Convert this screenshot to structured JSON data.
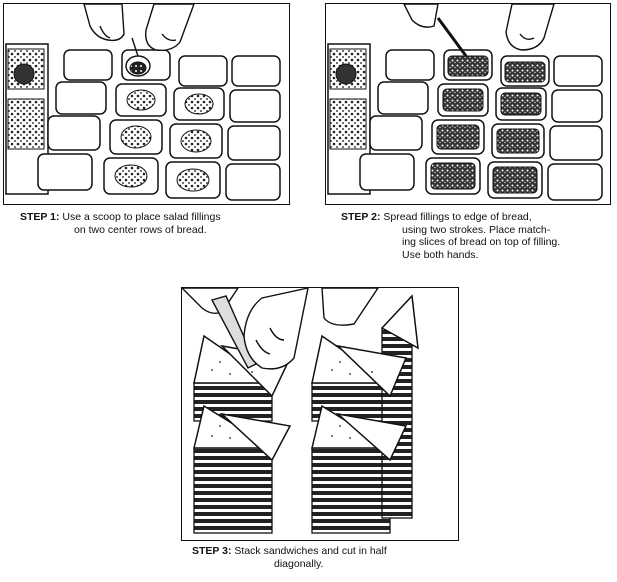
{
  "steps": [
    {
      "label": "STEP 1:",
      "lines": [
        "Use a scoop to place salad fillings",
        "on two center rows of bread."
      ]
    },
    {
      "label": "STEP 2:",
      "lines": [
        "Spread fillings to edge of bread,",
        "using two strokes.  Place match-",
        "ing slices of bread on top of filling.",
        "Use both hands."
      ]
    },
    {
      "label": "STEP 3:",
      "lines": [
        "Stack sandwiches and cut in half",
        "diagonally."
      ]
    }
  ]
}
